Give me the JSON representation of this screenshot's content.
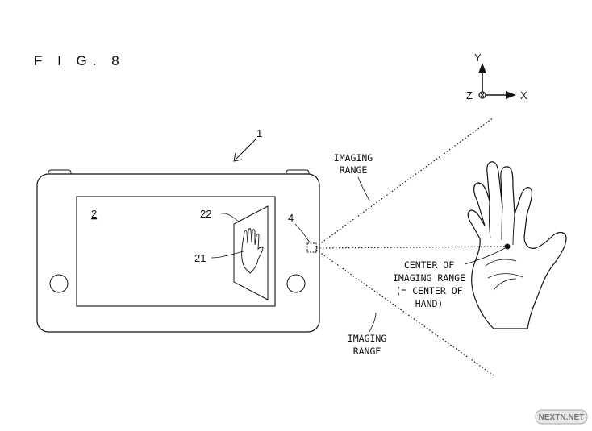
{
  "figure": {
    "title": "F I G. 8"
  },
  "axes": {
    "y": "Y",
    "x": "X",
    "z": "Z"
  },
  "reference_numerals": {
    "device": "1",
    "screen": "2",
    "camera": "4",
    "hand_image": "21",
    "image_plane": "22"
  },
  "labels": {
    "imaging_range_upper": [
      "IMAGING",
      "RANGE"
    ],
    "imaging_range_lower": [
      "IMAGING",
      "RANGE"
    ],
    "center_note": [
      "CENTER OF",
      "IMAGING RANGE",
      "(= CENTER OF",
      "HAND)"
    ]
  },
  "watermark": "NEXTN.NET"
}
